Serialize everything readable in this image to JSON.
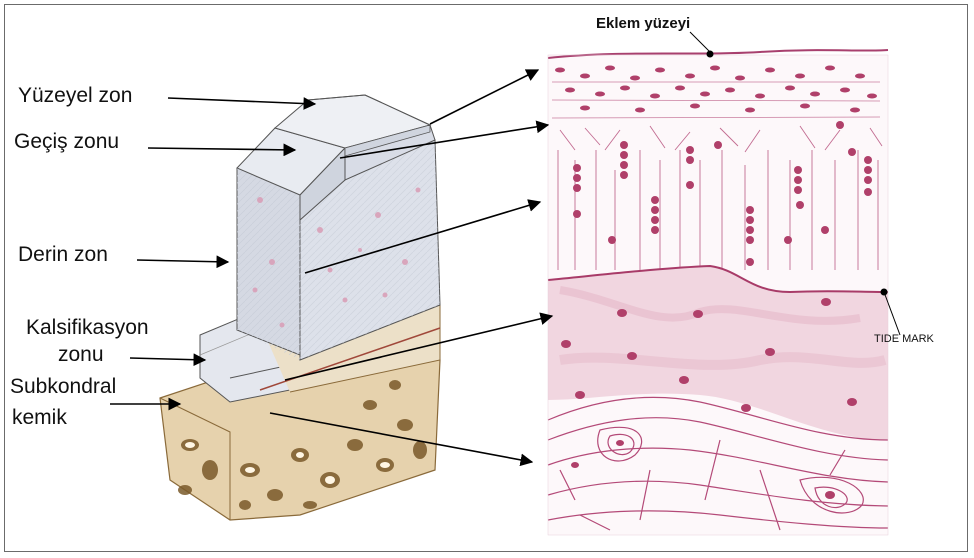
{
  "labels": {
    "yuzeyel": "Yüzeyel zon",
    "gecis": "Geçiş zonu",
    "derin": "Derin zon",
    "kalsifikasyon_1": "Kalsifikasyon",
    "kalsifikasyon_2": "zonu",
    "subkondral_1": "Subkondral",
    "subkondral_2": "kemik",
    "eklem_yuzeyi": "Eklem yüzeyi",
    "tide_mark": "TIDE MARK"
  },
  "colors": {
    "cartilage_block": "#d9dde6",
    "cell_pink": "#b0406a",
    "tissue_line": "#b44a78",
    "calcified_zone": "#f1d6e0",
    "bone_tan": "#e6d2ad",
    "bone_dark": "#7a5a2a",
    "tide_line": "#a83b68"
  }
}
